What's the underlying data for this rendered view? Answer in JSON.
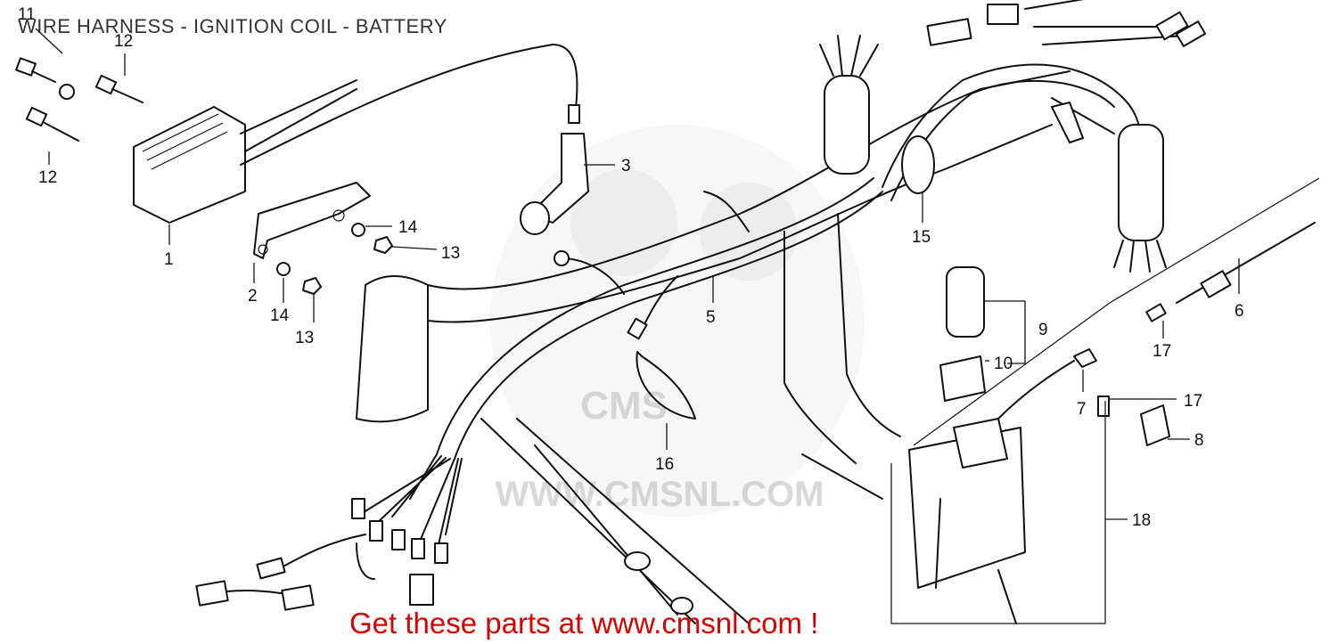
{
  "title": "WIRE HARNESS - IGNITION COIL - BATTERY",
  "watermark": "WWW.CMSNL.COM",
  "promo": "Get these parts at www.cmsnl.com !",
  "callouts": {
    "c1": "1",
    "c2": "2",
    "c3": "3",
    "c5": "5",
    "c6": "6",
    "c7": "7",
    "c8": "8",
    "c9": "9",
    "c10": "10",
    "c11": "11",
    "c12a": "12",
    "c12b": "12",
    "c13a": "13",
    "c13b": "13",
    "c14a": "14",
    "c14b": "14",
    "c15": "15",
    "c16": "16",
    "c17a": "17",
    "c17b": "17",
    "c18": "18"
  }
}
